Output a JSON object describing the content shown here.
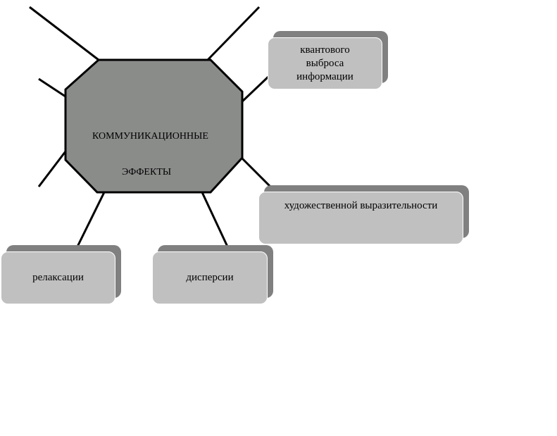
{
  "diagram": {
    "center": {
      "label_line1": "КОММУНИКАЦИОННЫЕ",
      "label_line2": "ЭФФЕКТЫ"
    },
    "nodes": {
      "quantum": "квантового выброса информации",
      "artistic": "художественной выразительности",
      "relaxation": "релаксации",
      "dispersion": "дисперсии"
    }
  },
  "colors": {
    "octagon_fill": "#8a8c8a",
    "box_fill": "#c0c0c0",
    "box_shadow": "#808080",
    "line": "#000000"
  }
}
